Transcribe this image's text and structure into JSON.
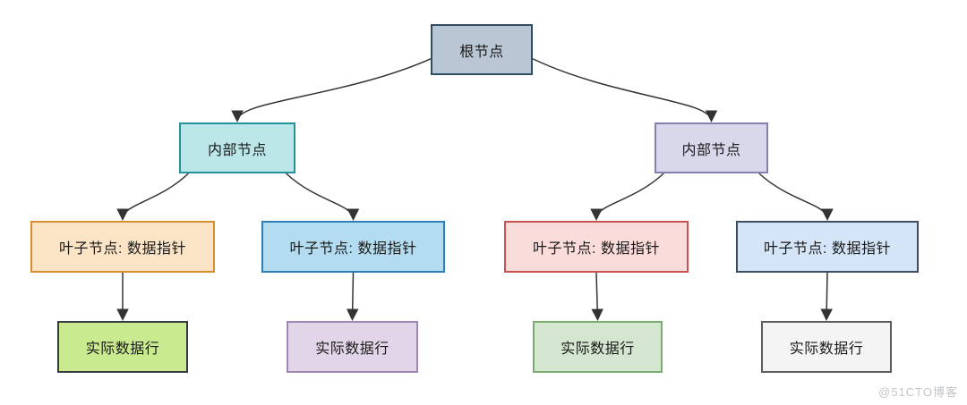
{
  "diagram": {
    "line_color": "#333333",
    "text_color": "#1a1a1a",
    "watermark": "@51CTO博客",
    "nodes": {
      "root": {
        "label": "根节点",
        "fill": "#b9c7d4",
        "border": "#2f4e66"
      },
      "internal_left": {
        "label": "内部节点",
        "fill": "#bce7e9",
        "border": "#24919b"
      },
      "internal_right": {
        "label": "内部节点",
        "fill": "#d9d7ea",
        "border": "#8381b0"
      },
      "leaf_1": {
        "label": "叶子节点: 数据指针",
        "fill": "#fbe3c5",
        "border": "#d78f2e"
      },
      "leaf_2": {
        "label": "叶子节点: 数据指针",
        "fill": "#b4dcf0",
        "border": "#2e7fb5"
      },
      "leaf_3": {
        "label": "叶子节点: 数据指针",
        "fill": "#fadcda",
        "border": "#c9534f"
      },
      "leaf_4": {
        "label": "叶子节点: 数据指针",
        "fill": "#d4e5f8",
        "border": "#3d4d63"
      },
      "data_1": {
        "label": "实际数据行",
        "fill": "#c9ea8e",
        "border": "#333a40"
      },
      "data_2": {
        "label": "实际数据行",
        "fill": "#e2d5e8",
        "border": "#9f86b5"
      },
      "data_3": {
        "label": "实际数据行",
        "fill": "#d5e6d0",
        "border": "#7aac6e"
      },
      "data_4": {
        "label": "实际数据行",
        "fill": "#f4f4f4",
        "border": "#5c5c5c"
      }
    },
    "edges": [
      {
        "from": "root",
        "to": "internal_left"
      },
      {
        "from": "root",
        "to": "internal_right"
      },
      {
        "from": "internal_left",
        "to": "leaf_1"
      },
      {
        "from": "internal_left",
        "to": "leaf_2"
      },
      {
        "from": "internal_right",
        "to": "leaf_3"
      },
      {
        "from": "internal_right",
        "to": "leaf_4"
      },
      {
        "from": "leaf_1",
        "to": "data_1"
      },
      {
        "from": "leaf_2",
        "to": "data_2"
      },
      {
        "from": "leaf_3",
        "to": "data_3"
      },
      {
        "from": "leaf_4",
        "to": "data_4"
      }
    ]
  }
}
